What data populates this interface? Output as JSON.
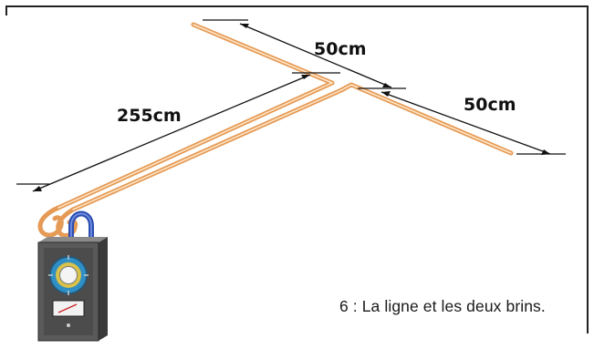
{
  "dimensions": {
    "top_element": "50cm",
    "right_element": "50cm",
    "feed_line": "255cm"
  },
  "caption": "6 : La ligne et les deux brins.",
  "colors": {
    "wire_outline": "#e59a55",
    "wire_fill": "#ffe8cc",
    "meter_body": "#5a5a5a",
    "meter_dial": "#2f8fc4",
    "clip": "#2d4fb3"
  }
}
